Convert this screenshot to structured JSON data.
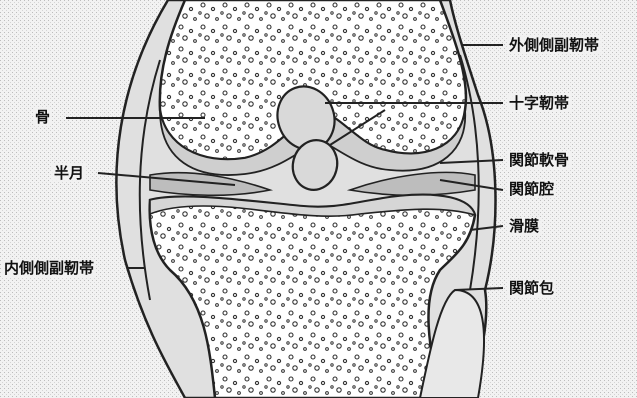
{
  "diagram": {
    "labels": {
      "bone": "骨",
      "meniscus": "半月",
      "medial_collateral_ligament": "内側側副靭帯",
      "lateral_collateral_ligament": "外側側副靭帯",
      "cruciate_ligament": "十字靭帯",
      "articular_cartilage": "関節軟骨",
      "joint_cavity": "関節腔",
      "synovial_membrane": "滑膜",
      "joint_capsule": "関節包"
    }
  },
  "colors": {
    "background": "#f2f2f2",
    "bone": "#ffffff",
    "outline": "#222222",
    "fill_gray": "#cfcfcf"
  }
}
